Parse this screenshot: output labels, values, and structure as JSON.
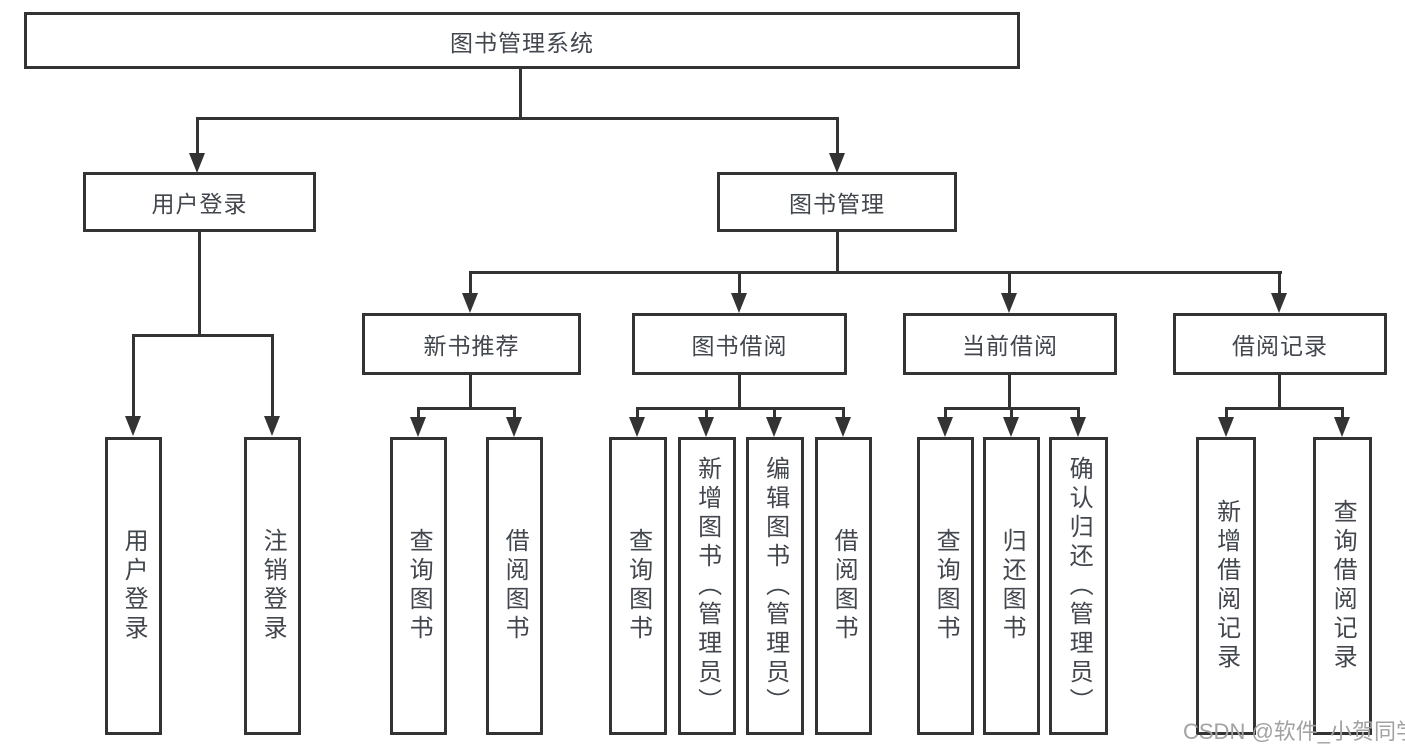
{
  "diagram": {
    "type": "hierarchy-tree",
    "colors": {
      "line": "#333333",
      "box_border": "#333333",
      "box_fill": "#ffffff",
      "text": "#42464d",
      "watermark": "#a2a2a2",
      "background": "#ffffff"
    },
    "tree": {
      "root": {
        "label": "图书管理系统"
      },
      "branches": [
        {
          "label": "用户登录",
          "children": [
            {
              "label": "用户登录"
            },
            {
              "label": "注销登录"
            }
          ]
        },
        {
          "label": "图书管理",
          "groups": [
            {
              "label": "新书推荐",
              "children": [
                {
                  "label": "查询图书"
                },
                {
                  "label": "借阅图书"
                }
              ]
            },
            {
              "label": "图书借阅",
              "children": [
                {
                  "label": "查询图书"
                },
                {
                  "label": "新增图书（管理员）"
                },
                {
                  "label": "编辑图书（管理员）"
                },
                {
                  "label": "借阅图书"
                }
              ]
            },
            {
              "label": "当前借阅",
              "children": [
                {
                  "label": "查询图书"
                },
                {
                  "label": "归还图书"
                },
                {
                  "label": "确认归还（管理员）"
                }
              ]
            },
            {
              "label": "借阅记录",
              "children": [
                {
                  "label": "新增借阅记录"
                },
                {
                  "label": "查询借阅记录"
                }
              ]
            }
          ]
        }
      ]
    },
    "watermark": {
      "text": "CSDN @软件_小贺同学"
    }
  }
}
